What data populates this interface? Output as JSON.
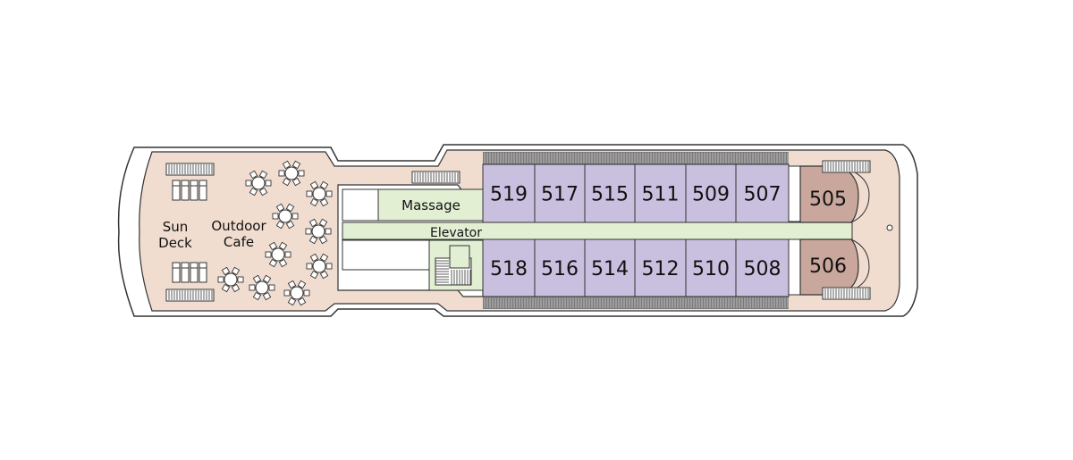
{
  "colors": {
    "hull_outline": "#333333",
    "deck_fill": "#f1ddd0",
    "cabin_fill": "#c9bfdf",
    "suite_fill": "#c9a79d",
    "corridor_fill": "#e2efd3",
    "railing": "#6e6e6e",
    "white": "#ffffff"
  },
  "labels": {
    "sun_deck_line1": "Sun",
    "sun_deck_line2": "Deck",
    "cafe_line1": "Outdoor",
    "cafe_line2": "Cafe",
    "massage": "Massage",
    "elevator": "Elevator"
  },
  "cabins_upper": [
    "519",
    "517",
    "515",
    "511",
    "509",
    "507"
  ],
  "cabins_lower": [
    "518",
    "516",
    "514",
    "512",
    "510",
    "508"
  ],
  "suite_upper": "505",
  "suite_lower": "506",
  "icons": {
    "table": "round-table-with-chairs-icon",
    "lounger": "sun-lounger-icon",
    "bench": "bench-icon",
    "stairs": "stairs-icon",
    "porthole": "porthole-icon"
  }
}
